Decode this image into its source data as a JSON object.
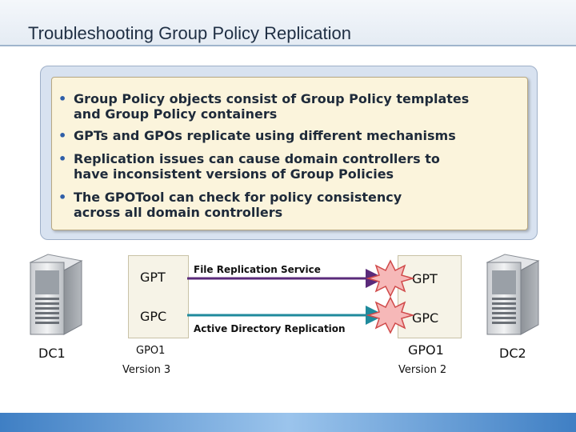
{
  "slide": {
    "title": "Troubleshooting Group Policy Replication",
    "bullets": [
      {
        "line1": "Group Policy objects consist of Group Policy templates",
        "line2": "and Group Policy containers"
      },
      {
        "line1": "GPTs and GPOs replicate using different mechanisms",
        "line2": ""
      },
      {
        "line1": "Replication issues can cause domain controllers to",
        "line2": "have inconsistent versions of Group Policies"
      },
      {
        "line1": "The GPOTool can check for policy consistency",
        "line2": "across all domain controllers"
      }
    ]
  },
  "diagram": {
    "left": {
      "server_label": "DC1",
      "gpt": "GPT",
      "gpc": "GPC",
      "gpo": "GPO1",
      "version": "Version 3"
    },
    "right": {
      "server_label": "DC2",
      "gpt": "GPT",
      "gpc": "GPC",
      "gpo": "GPO1",
      "version": "Version 2"
    },
    "links": {
      "gpt_mechanism": "File Replication Service",
      "gpc_mechanism": "Active Directory Replication"
    },
    "colors": {
      "gpt_link": "#5a2a7a",
      "gpc_link": "#1f8a9c",
      "conflict_burst": "#f6b8b8"
    }
  }
}
